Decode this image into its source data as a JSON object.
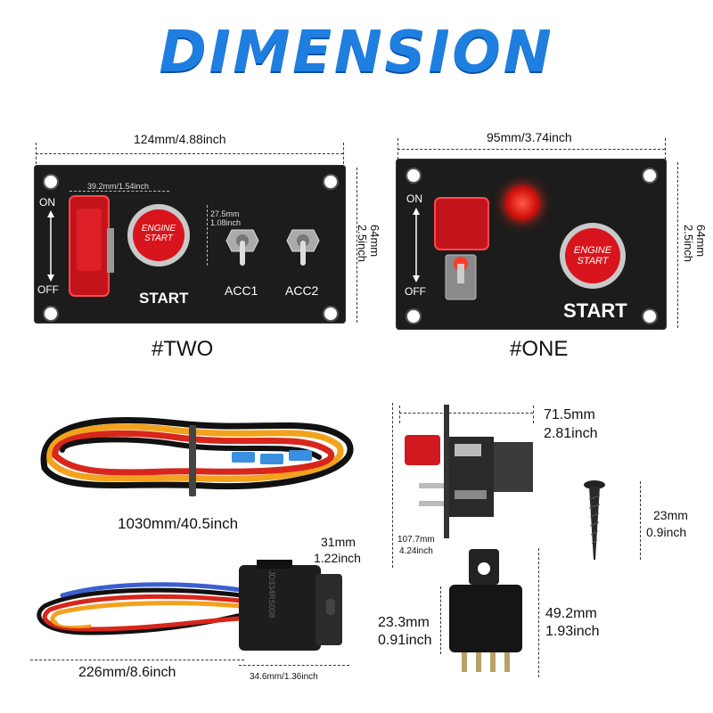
{
  "title": "DIMENSION",
  "panel_two": {
    "width_label": "124mm/4.88inch",
    "height_mm": "64mm",
    "height_in": "2.5inch",
    "toggle_width": "39.2mm/1.54inch",
    "button_mm": "27.5mm",
    "button_in": "1.08inch",
    "on_label": "ON",
    "off_label": "OFF",
    "button_text_1": "ENGINE",
    "button_text_2": "START",
    "start_label": "START",
    "acc1_label": "ACC1",
    "acc2_label": "ACC2",
    "model_label": "#TWO"
  },
  "panel_one": {
    "width_label": "95mm/3.74inch",
    "height_mm": "64mm",
    "height_in": "2.5inch",
    "on_label": "ON",
    "off_label": "OFF",
    "button_text_1": "ENGINE",
    "button_text_2": "START",
    "start_label": "START",
    "model_label": "#ONE"
  },
  "harness": {
    "length_label": "1030mm/40.5inch"
  },
  "side_view": {
    "depth_mm": "71.5mm",
    "depth_in": "2.81inch",
    "height_mm": "107.7mm",
    "height_in": "4.24inch"
  },
  "screw": {
    "length_mm": "23mm",
    "length_in": "0.9inch"
  },
  "relay_socket": {
    "height_mm": "31mm",
    "height_in": "1.22inch",
    "width_label": "34.6mm/1.36inch",
    "wire_length": "226mm/8.6inch",
    "marking": "JD334RS008"
  },
  "relay": {
    "height_mm": "49.2mm",
    "height_in": "1.93inch",
    "width_mm": "23.3mm",
    "width_in": "0.91inch"
  }
}
